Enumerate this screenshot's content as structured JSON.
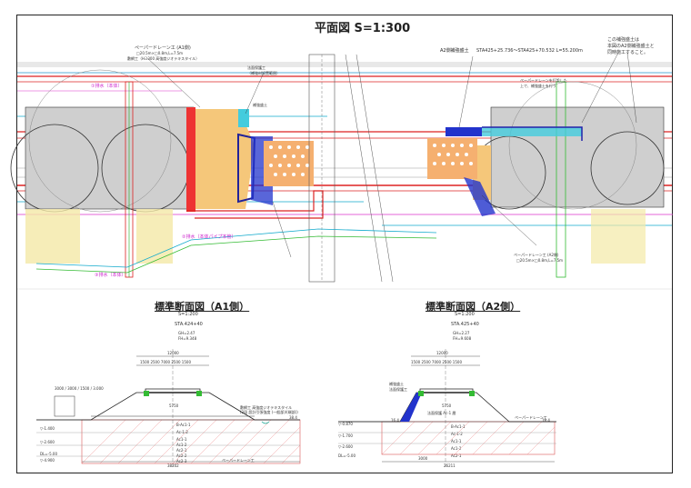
{
  "plan": {
    "title": "平面図 S=1:300",
    "callouts": {
      "a2_retaining": "A2側補強盛土",
      "sta_range": "STA425+25.736～STA425+70.532 L=55.200m",
      "note_l1": "この補強盛土は",
      "note_l2": "本図のA2側補強盛土と",
      "note_l3": "同時施工すること。",
      "drain_a1": "ペーパードレーン工 (A1側)",
      "drain_a1_spec": "□20.5m×□0.8m,L=7.5m",
      "sheet": "敷網工（H=300 高強度ジオテキスタイル）",
      "slope_top": "法面保護工",
      "slope_top2": "（補強材設置範囲）",
      "reinforced": "補強盛土",
      "drain_note": "ペーパードレーンを打設した",
      "drain_note2": "上で、補強盛土を行う",
      "drain_a2": "ペーパードレーン工 (A2側)",
      "drain_a2_spec": "□20.5m×□0.8m,L=7.5m",
      "pipe1": "①排水（本体）",
      "pipe2": "②排水（本体パイプ本管）",
      "pipe3": "③排水（本体）"
    }
  },
  "section_a1": {
    "title": "標準断面図（A1側）",
    "scale": "S=1:200",
    "sta": "STA.424+40",
    "gh": "GH=2.47",
    "fh": "FH=9.348",
    "dim_top": "12000",
    "dim_sub": "1500  2500  7000  2500  1500",
    "dim_base": "38202",
    "dim_mid": "5750",
    "layers": [
      "B-Ac1-1",
      "Ac-1-2",
      "Ac1-1",
      "Ac1-2",
      "Ac2-1",
      "Ac2-2",
      "Ac2-3"
    ],
    "levels": [
      "▽-1.400",
      "▽-2.600",
      "DL=-5.00",
      "▽-4.900"
    ],
    "drain_label": "ペーパードレーン工",
    "sheet_label": "敷網工 高強度ジオテキスタイル",
    "sheet_label2": "(2段 設計引張強度 (一般部)/(端部))",
    "left_dims": "3000 / 3000 / 1500 / 3.000",
    "right_num": "38.4"
  },
  "section_a2": {
    "title": "標準断面図（A2側）",
    "scale": "S=1:200",
    "sta": "STA.425+40",
    "gh": "GH=2.27",
    "fh": "FH=9.608",
    "dim_top": "12000",
    "dim_sub": "1500  2500  7000  2500  1500",
    "dim_base": "26211",
    "dim_mid": "5750",
    "layers": [
      "B-Ac1-1",
      "Ac-1-2",
      "Ac1-1",
      "Ac1-2",
      "Ac2-1"
    ],
    "levels": [
      "▽-0.870",
      "▽-1.700",
      "▽-2.600",
      "DL=-5.00"
    ],
    "drain_label": "ペーパードレーン工",
    "reinf_label": "補強盛土",
    "slope_label": "法面保護工",
    "slope_label2": "法面保護 Ac-1 層",
    "left_num": "16.4",
    "right_num": "18.4",
    "base_small": "3000"
  }
}
